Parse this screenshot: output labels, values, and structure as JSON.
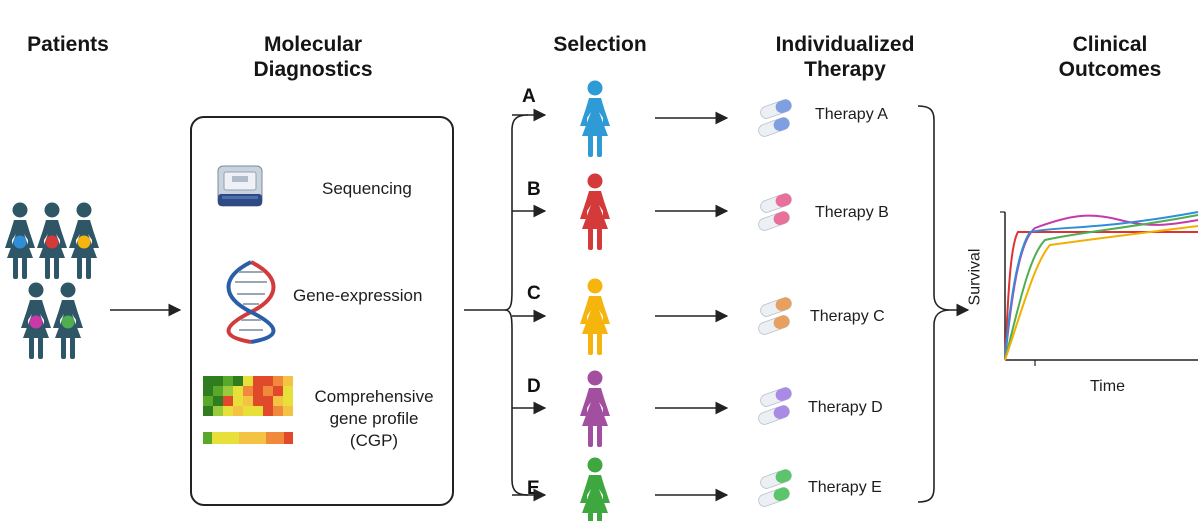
{
  "headers": {
    "patients": "Patients",
    "molecular": "Molecular\nDiagnostics",
    "selection": "Selection",
    "therapy": "Individualized\nTherapy",
    "outcomes": "Clinical\nOutcomes"
  },
  "diagnostics": {
    "sequencing": "Sequencing",
    "gene_expression": "Gene-expression",
    "cgp": "Comprehensive\ngene profile\n(CGP)"
  },
  "groups": [
    {
      "letter": "A",
      "color": "#2f9bd6",
      "therapy": "Therapy A",
      "pill_color": "#7f9fe0"
    },
    {
      "letter": "B",
      "color": "#d43a3a",
      "therapy": "Therapy B",
      "pill_color": "#e8709a"
    },
    {
      "letter": "C",
      "color": "#f5b50d",
      "therapy": "Therapy C",
      "pill_color": "#e8a060"
    },
    {
      "letter": "D",
      "color": "#a34fa0",
      "therapy": "Therapy D",
      "pill_color": "#a98be6"
    },
    {
      "letter": "E",
      "color": "#3fa73f",
      "therapy": "Therapy E",
      "pill_color": "#5cc46a"
    }
  ],
  "chart": {
    "ylabel": "Survival",
    "xlabel": "Time"
  },
  "patient_dot_colors": [
    "#2f8ed6",
    "#d43a3a",
    "#f5b50d",
    "#c93aa8",
    "#4fae4f"
  ],
  "icons": {
    "sequencer": "sequencer-machine-icon",
    "dna": "dna-helix-icon",
    "heatmap": "heatmap-icon",
    "pill": "capsule-pill-icon",
    "person": "woman-figure-icon"
  }
}
